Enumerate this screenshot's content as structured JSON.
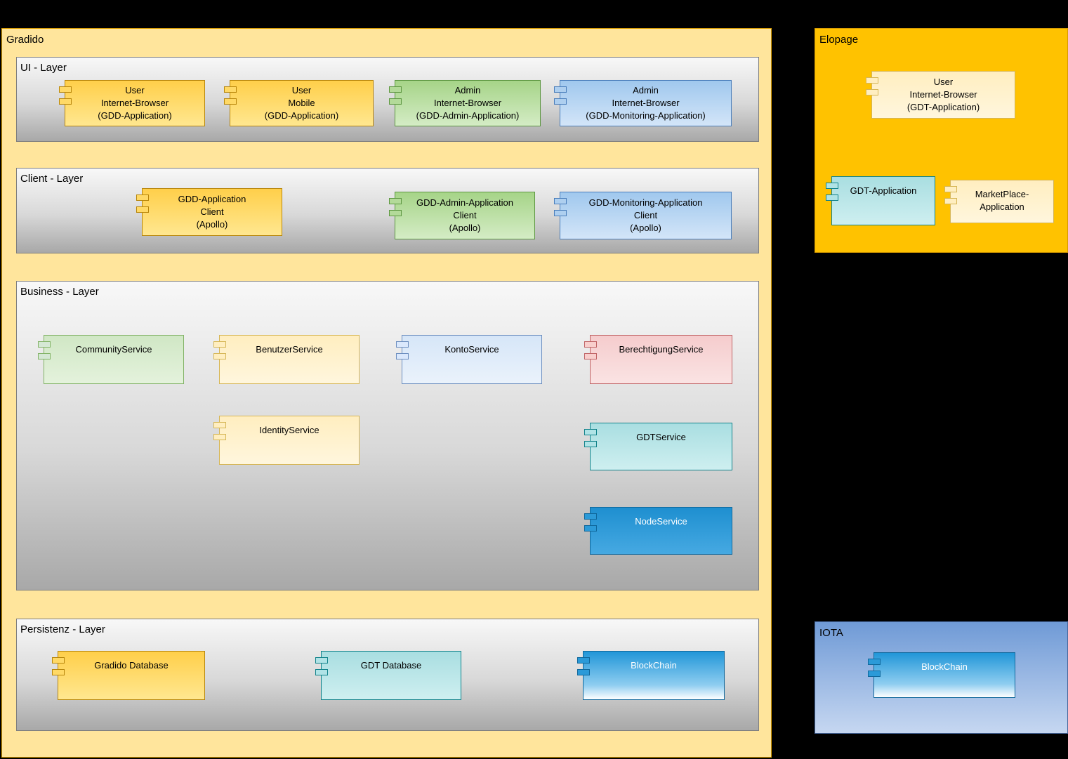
{
  "palette": {
    "background": "#000000",
    "gradido_fill": "#ffe59c",
    "elopage_fill": "#ffc200",
    "iota_fill_top": "#6f9ad6",
    "iota_fill_bottom": "#c6d7f1",
    "layer_gradient_top": "#f8f8f8",
    "layer_gradient_bottom": "#a8a8a8",
    "gold": "#ffd966",
    "cream": "#fff2cc",
    "green": "#a6d488",
    "light_green": "#d5e8d4",
    "blue": "#a0c8ee",
    "light_blue": "#dae8fc",
    "pink": "#f8cecc",
    "teal": "#b0e3e6",
    "node_blue": "#1e8fd0",
    "blockchain_blue": "#2196d8"
  },
  "gradido": {
    "title": "Gradido",
    "ui_layer": {
      "title": "UI - Layer",
      "components": [
        {
          "label": "User\nInternet-Browser\n(GDD-Application)"
        },
        {
          "label": "User\nMobile\n(GDD-Application)"
        },
        {
          "label": "Admin\nInternet-Browser\n(GDD-Admin-Application)"
        },
        {
          "label": "Admin\nInternet-Browser\n(GDD-Monitoring-Application)"
        }
      ]
    },
    "client_layer": {
      "title": "Client - Layer",
      "components": [
        {
          "label": "GDD-Application\nClient\n(Apollo)"
        },
        {
          "label": "GDD-Admin-Application\nClient\n(Apollo)"
        },
        {
          "label": "GDD-Monitoring-Application\nClient\n(Apollo)"
        }
      ]
    },
    "business_layer": {
      "title": "Business - Layer",
      "components": [
        {
          "label": "CommunityService"
        },
        {
          "label": "BenutzerService"
        },
        {
          "label": "KontoService"
        },
        {
          "label": "BerechtigungService"
        },
        {
          "label": "IdentityService"
        },
        {
          "label": "GDTService"
        },
        {
          "label": "NodeService"
        }
      ]
    },
    "persistenz_layer": {
      "title": "Persistenz - Layer",
      "components": [
        {
          "label": "Gradido Database"
        },
        {
          "label": "GDT Database"
        },
        {
          "label": "BlockChain"
        }
      ]
    }
  },
  "elopage": {
    "title": "Elopage",
    "components": [
      {
        "label": "User\nInternet-Browser\n(GDT-Application)"
      },
      {
        "label": "GDT-Application"
      },
      {
        "label": "MarketPlace-\nApplication"
      }
    ]
  },
  "iota": {
    "title": "IOTA",
    "components": [
      {
        "label": "BlockChain"
      }
    ]
  }
}
